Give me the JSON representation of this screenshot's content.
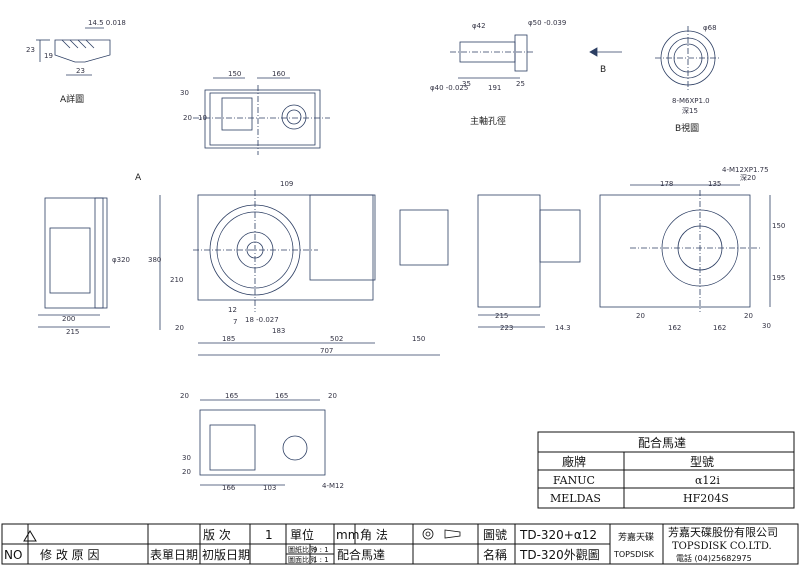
{
  "details": {
    "a_detail": "A詳圖",
    "spindle_caption": "主軸孔徑",
    "b_view": "B視圖",
    "b_arrow": "B",
    "a_arrow": "A"
  },
  "dims": {
    "a_d1": "14.5 0.018",
    "a_d2": "23",
    "a_d3": "19",
    "a_d4": "23",
    "top_150": "150",
    "top_160": "160",
    "top_30": "30",
    "top_20": "20",
    "top_10": "10",
    "sp_42": "φ42",
    "sp_50": "φ50 -0.039",
    "sp_40": "φ40 -0.025",
    "sp_35": "35",
    "sp_191": "191",
    "sp_25": "25",
    "b_68": "φ68",
    "b_thread": "8-M6XP1.0",
    "b_deep": "深15",
    "left_200": "200",
    "left_215": "215",
    "left_320": "φ320",
    "f_109": "109",
    "f_380": "380",
    "f_210": "210",
    "f_20": "20",
    "f_12": "12",
    "f_7": "7",
    "f_18": "18 -0.027",
    "f_183": "183",
    "f_185": "185",
    "f_502": "502",
    "f_150": "150",
    "f_707": "707",
    "s_215": "215",
    "s_223": "223",
    "s_143": "14.3",
    "r_178": "178",
    "r_135": "135",
    "r_thread": "4-M12XP1.75",
    "r_deep": "深20",
    "r_150": "150",
    "r_195": "195",
    "r_20": "20",
    "r_162a": "162",
    "r_162b": "162",
    "r_20b": "20",
    "r_30": "30",
    "bt_20a": "20",
    "bt_165a": "165",
    "bt_165b": "165",
    "bt_20b": "20",
    "bt_30": "30",
    "bt_20c": "20",
    "bt_166": "166",
    "bt_103": "103",
    "bt_m12": "4-M12"
  },
  "motor_table": {
    "title": "配合馬達",
    "col1": "廠牌",
    "col2": "型號",
    "rows": [
      {
        "brand": "FANUC",
        "model": "α12i"
      },
      {
        "brand": "MELDAS",
        "model": "HF204S"
      }
    ]
  },
  "title_block": {
    "version_label": "版 次",
    "version_value": "1",
    "unit_label": "單位",
    "unit_value": "mm",
    "angle_label": "角 法",
    "dwg_no_label": "圖號",
    "dwg_no_value": "TD-320+α12",
    "name_label": "名稱",
    "name_value": "TD-320外觀圖",
    "scale1_label": "圖紙比例",
    "scale1_value": "9 : 1",
    "scale2_label": "圖面比例",
    "scale2_value": "1 : 1",
    "motor_note": "配合馬達",
    "no": "NO",
    "reason": "修 改 原 因",
    "form_date": "表單日期",
    "first_date": "初版日期",
    "logo_cn": "芳嘉天碟",
    "logo_en": "TOPSDISK",
    "company_cn": "芳嘉天碟股份有限公司",
    "company_en": "TOPSDISK CO.LTD.",
    "phone": "電話 (04)25682975"
  },
  "colors": {
    "line": "#2c3e63",
    "dim": "#3a4a78",
    "border": "#111111"
  }
}
